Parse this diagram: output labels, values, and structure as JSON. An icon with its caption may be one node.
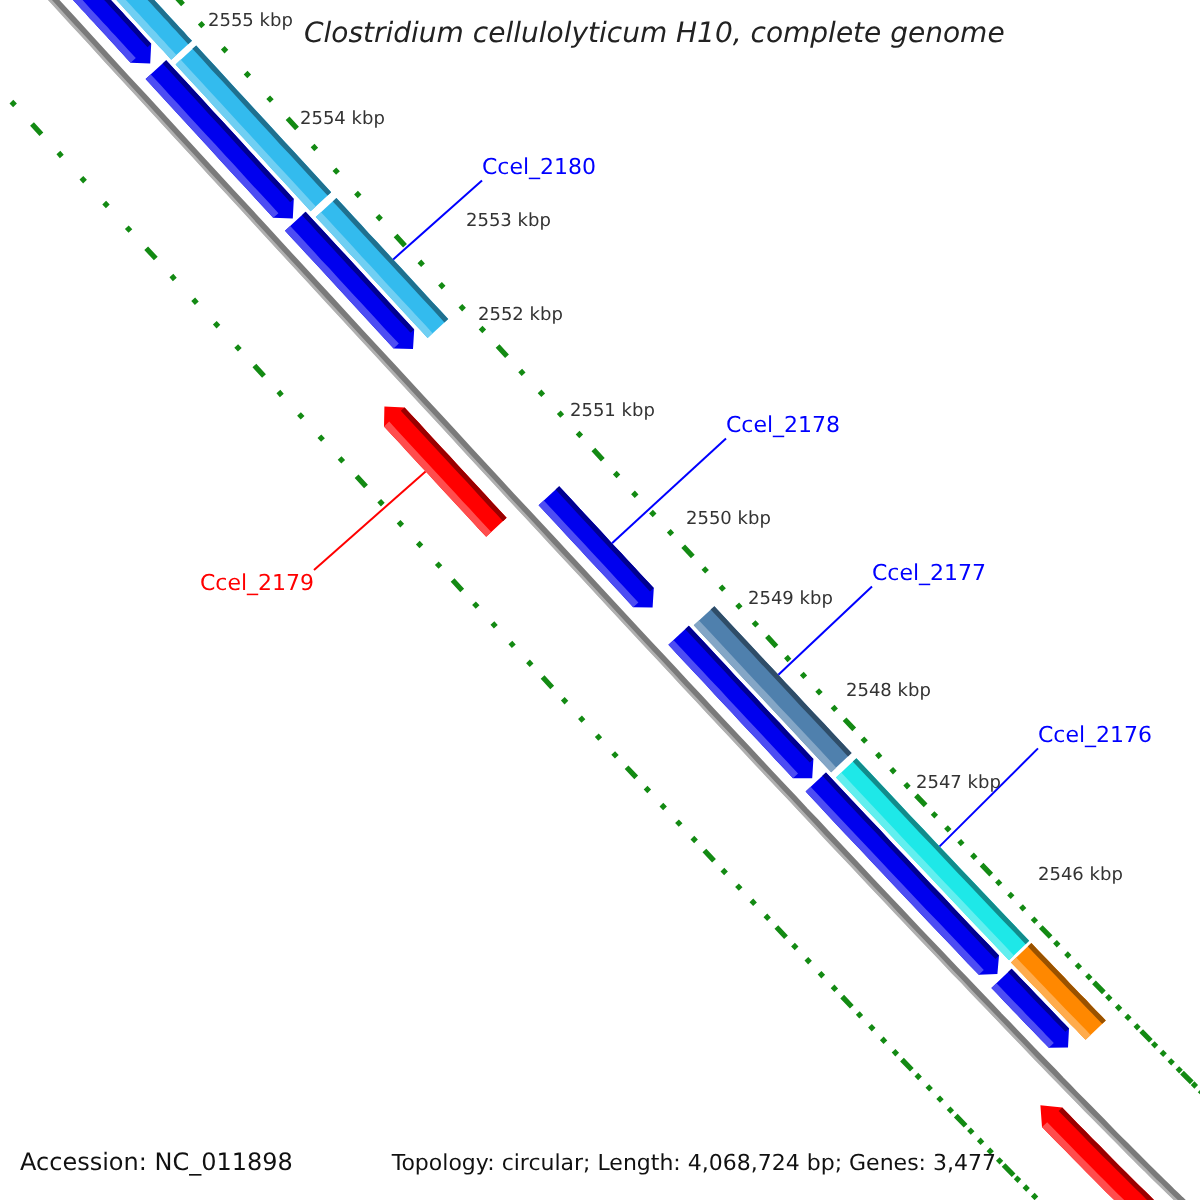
{
  "diagram": {
    "title": "Clostridium cellulolyticum H10, complete genome",
    "nodes": [
      {
        "text": [],
        "shape": "bar"
      },
      {
        "text": [],
        "shape": "arrow"
      },
      {
        "text": [],
        "shape": "bar"
      },
      {
        "text": [],
        "shape": "arrow"
      },
      {
        "text": [
          "Ccel_2180"
        ]
      },
      {
        "text": [],
        "shape": "bar"
      },
      {
        "text": [],
        "shape": "arrow"
      },
      {
        "text": [],
        "shape": "arrow"
      },
      {
        "text": [
          "Ccel_2178"
        ]
      },
      {
        "text": [],
        "shape": "arrow"
      },
      {
        "text": [
          "Ccel_2177"
        ]
      },
      {
        "text": [
          "Ccel_2179"
        ]
      },
      {
        "text": [],
        "shape": "bar"
      },
      {
        "text": [],
        "shape": "arrow"
      },
      {
        "text": [
          "Ccel_2176"
        ]
      },
      {
        "text": [],
        "shape": "bar"
      },
      {
        "text": [],
        "shape": "arrow"
      },
      {
        "text": [],
        "shape": "bar"
      },
      {
        "text": [],
        "shape": "arrow"
      },
      {
        "text": [],
        "shape": "arrow"
      }
    ],
    "edges": [
      {
        "from": 4,
        "to": 5,
        "arrow": "none"
      },
      {
        "from": 11,
        "to": 7,
        "arrow": "none",
        "color": "#ff0000"
      },
      {
        "from": 8,
        "to": 9,
        "arrow": "none"
      },
      {
        "from": 10,
        "to": 12,
        "arrow": "none"
      },
      {
        "from": 14,
        "to": 15,
        "arrow": "none"
      }
    ],
    "labels": [
      "2555 kbp",
      "2554 kbp",
      "2553 kbp",
      "2552 kbp",
      "2551 kbp",
      "2550 kbp",
      "2549 kbp",
      "2548 kbp",
      "2547 kbp",
      "2546 kbp",
      "Accession: NC_011898",
      "Topology: circular; Length: 4,068,724 bp; Genes: 3,477"
    ]
  }
}
